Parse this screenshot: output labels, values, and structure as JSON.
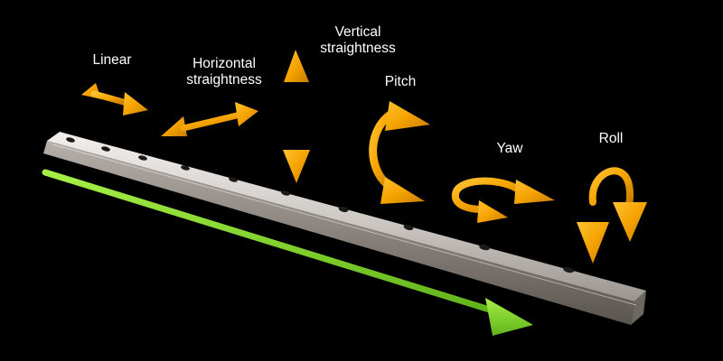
{
  "labels": {
    "linear": "Linear",
    "horizontal_line1": "Horizontal",
    "horizontal_line2": "straightness",
    "vertical_line1": "Vertical",
    "vertical_line2": "straightness",
    "pitch": "Pitch",
    "yaw": "Yaw",
    "roll": "Roll"
  },
  "colors": {
    "background": "#000000",
    "arrow_orange": "#f5a300",
    "motion_arrow_green": "#7ed321",
    "rail_metal": "#c8c4c0",
    "label_text": "#ffffff"
  },
  "icons": {
    "rail": "linear-guide-rail",
    "motion": "green-direction-arrow",
    "linear": "double-headed-arrow",
    "horizontal": "double-headed-arrow",
    "vertical": "double-headed-arrow",
    "pitch": "curved-arrow",
    "yaw": "curved-arrow",
    "roll": "curved-arrow"
  }
}
